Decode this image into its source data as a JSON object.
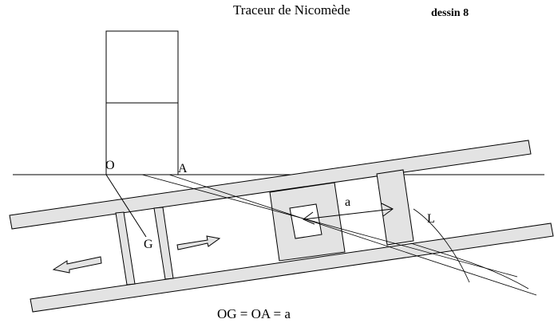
{
  "diagram": {
    "title": "Traceur de Nicomède",
    "figure_tag": "dessin 8",
    "formula": "OG = OA = a",
    "labels": {
      "O": "O",
      "A": "A",
      "G": "G",
      "L": "L",
      "a": "a"
    }
  },
  "colors": {
    "part_fill": "#e3e3e3",
    "stroke": "#000000",
    "background": "#ffffff"
  }
}
